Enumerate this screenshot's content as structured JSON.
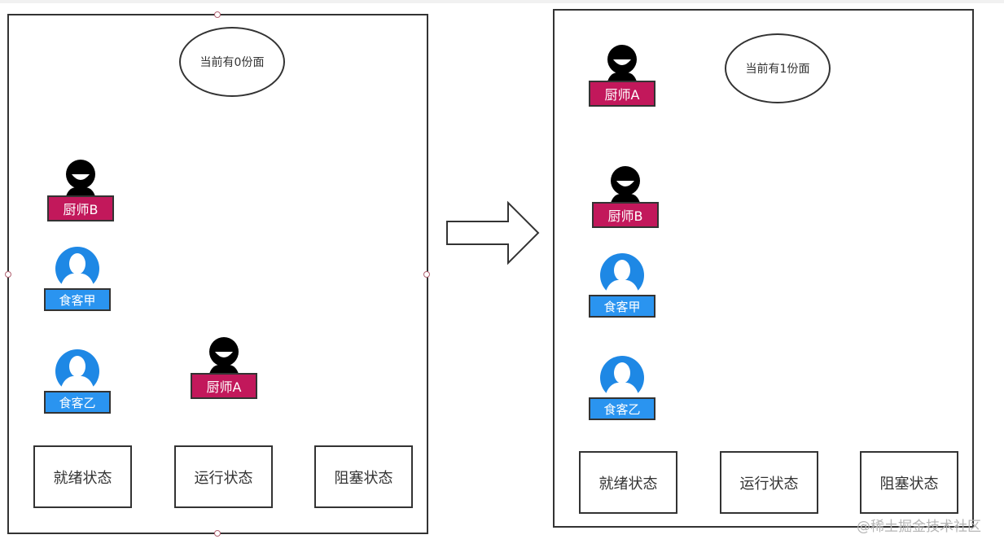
{
  "left": {
    "counter": "当前有0份面",
    "chef_b": "厨师B",
    "chef_a": "厨师A",
    "diner_jia": "食客甲",
    "diner_yi": "食客乙",
    "states": [
      "就绪状态",
      "运行状态",
      "阻塞状态"
    ]
  },
  "right": {
    "counter": "当前有1份面",
    "chef_a": "厨师A",
    "chef_b": "厨师B",
    "diner_jia": "食客甲",
    "diner_yi": "食客乙",
    "states": [
      "就绪状态",
      "运行状态",
      "阻塞状态"
    ]
  },
  "watermark": "@稀土掘金技术社区",
  "colors": {
    "chef_tag": "#c2185b",
    "diner_tag": "#2a94f0",
    "diner_icon": "#1e88e5",
    "border": "#333333"
  },
  "icons": {
    "chef": "smiling-person-icon",
    "diner": "user-avatar-icon",
    "transition": "right-arrow-icon"
  }
}
